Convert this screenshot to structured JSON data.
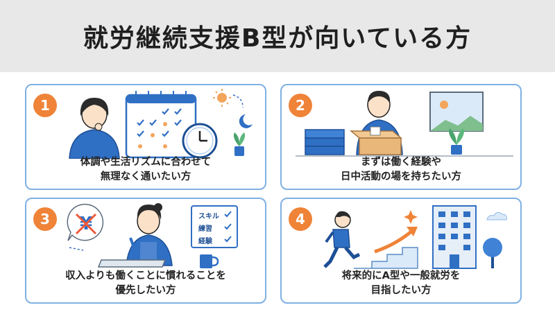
{
  "title": "就労継続支援B型が向いている方",
  "colors": {
    "accent": "#ef8338",
    "border": "#7fb0e3",
    "figure": "#2f6fc4",
    "header_bg": "#e8e8e8"
  },
  "cards": [
    {
      "number": "1",
      "lines": [
        "体調や生活リズムに合わせて",
        "無理なく通いたい方"
      ],
      "icons": [
        "person-thinking-icon",
        "calendar-icon",
        "clock-icon",
        "sun-icon",
        "moon-icon",
        "plant-icon"
      ]
    },
    {
      "number": "2",
      "lines": [
        "まずは働く経験や",
        "日中活動の場を持ちたい方"
      ],
      "icons": [
        "person-working-icon",
        "box-stack-icon",
        "open-box-icon",
        "window-icon",
        "plant-icon"
      ]
    },
    {
      "number": "3",
      "lines": [
        "収入よりも働くことに慣れることを",
        "優先したい方"
      ],
      "icons": [
        "no-yen-icon",
        "person-crafting-icon",
        "checklist-icon",
        "mug-icon"
      ],
      "checklist": [
        "スキル",
        "練習",
        "経験"
      ]
    },
    {
      "number": "4",
      "lines": [
        "将来的にA型や一般就労を",
        "目指したい方"
      ],
      "icons": [
        "person-climbing-stairs-icon",
        "arrow-up-icon",
        "sparkle-icon",
        "office-building-icon",
        "tree-icon",
        "cloud-icon"
      ]
    }
  ]
}
